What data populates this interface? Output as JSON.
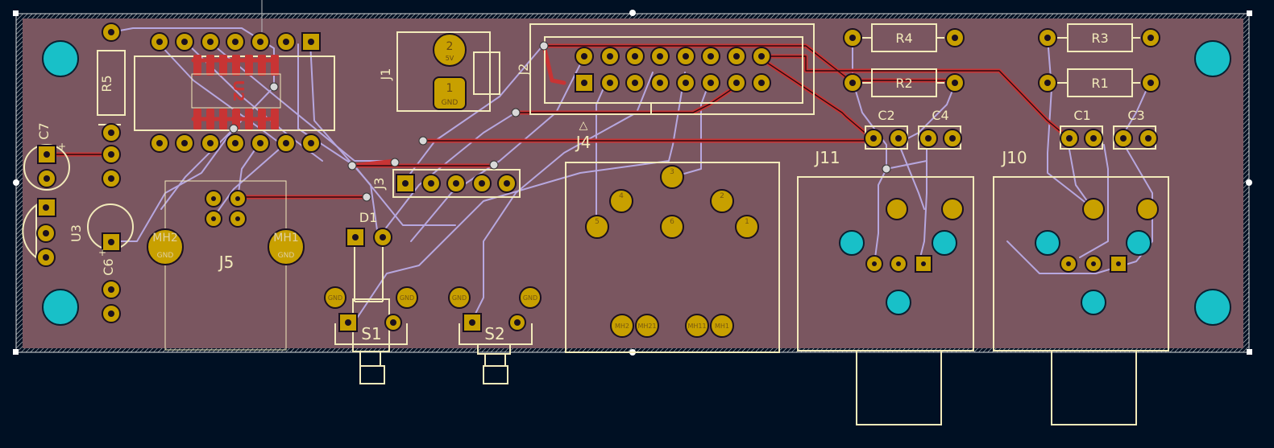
{
  "colors": {
    "background": "#001023",
    "board": "#7a5660",
    "edge_cuts": "#d8d8d8",
    "front_copper": "#c83434",
    "back_copper": "#b7a7df",
    "silkscreen": "#f2eaba",
    "pad_copper": "#c8a000",
    "mounting_hole": "#18c0c8",
    "pad_text": "#e0d0a0"
  },
  "labels": {
    "r5": "R5",
    "u2": "U2",
    "c7": "C7",
    "u3": "U3",
    "c6": "C6",
    "j1": "J1",
    "j2": "J2",
    "j3": "J3",
    "j4": "J4",
    "j5": "J5",
    "j10": "J10",
    "j11": "J11",
    "r1": "R1",
    "r2": "R2",
    "r3": "R3",
    "r4": "R4",
    "c1": "C1",
    "c2": "C2",
    "c3": "C3",
    "c4": "C4",
    "d1": "D1",
    "s1": "S1",
    "s2": "S2",
    "mh1": "MH1",
    "mh2": "MH2",
    "plus_c7": "+",
    "plus_c6": "+",
    "j4_triangle": "△"
  },
  "pad_labels": {
    "gnd": "GND",
    "five_v": "5V",
    "j1_p1": "1",
    "j1_p2": "2",
    "j4_p1": "1",
    "j4_p2": "2",
    "j4_p3": "3",
    "j4_p4": "4",
    "j4_p5": "5",
    "j4_p6": "6",
    "mh1": "MH1",
    "mh2": "MH2",
    "mh21": "MH21",
    "mh11": "MH11"
  }
}
